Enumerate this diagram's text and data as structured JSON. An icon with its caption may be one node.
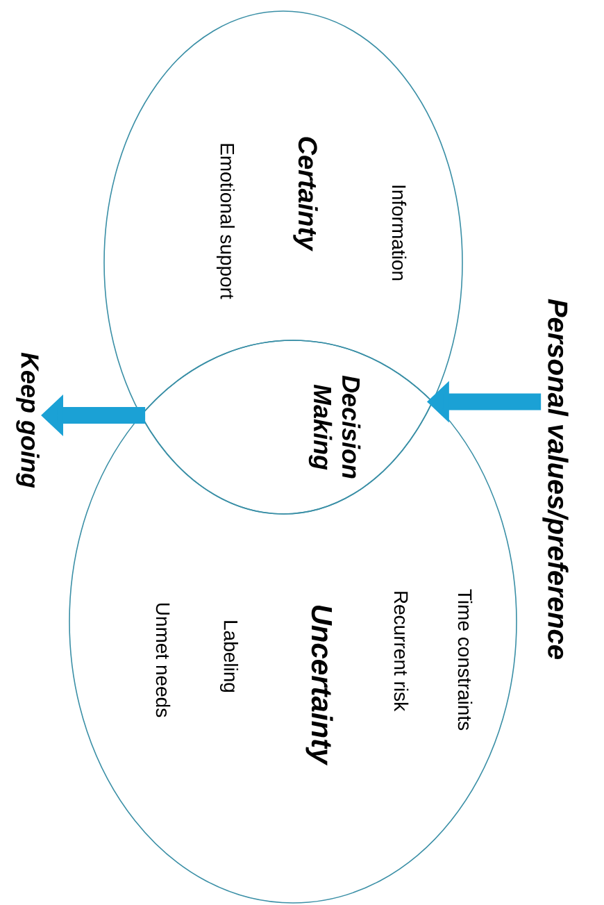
{
  "diagram": {
    "nodes": [
      {
        "text": [
          "Personal values/preference"
        ]
      },
      {
        "text": [
          "Information",
          "Certainty",
          "Emotional support"
        ]
      },
      {
        "text": [
          "Decision Making"
        ]
      },
      {
        "text": [
          "Time constraints",
          "Recurrent risk",
          "Uncertainty",
          "Labeling",
          "Unmet needs"
        ]
      },
      {
        "text": [
          "Keep going"
        ]
      }
    ],
    "edges": [
      {
        "from": 0,
        "to": 2,
        "arrow": "to"
      },
      {
        "from": 2,
        "to": 4,
        "arrow": "to"
      }
    ]
  }
}
